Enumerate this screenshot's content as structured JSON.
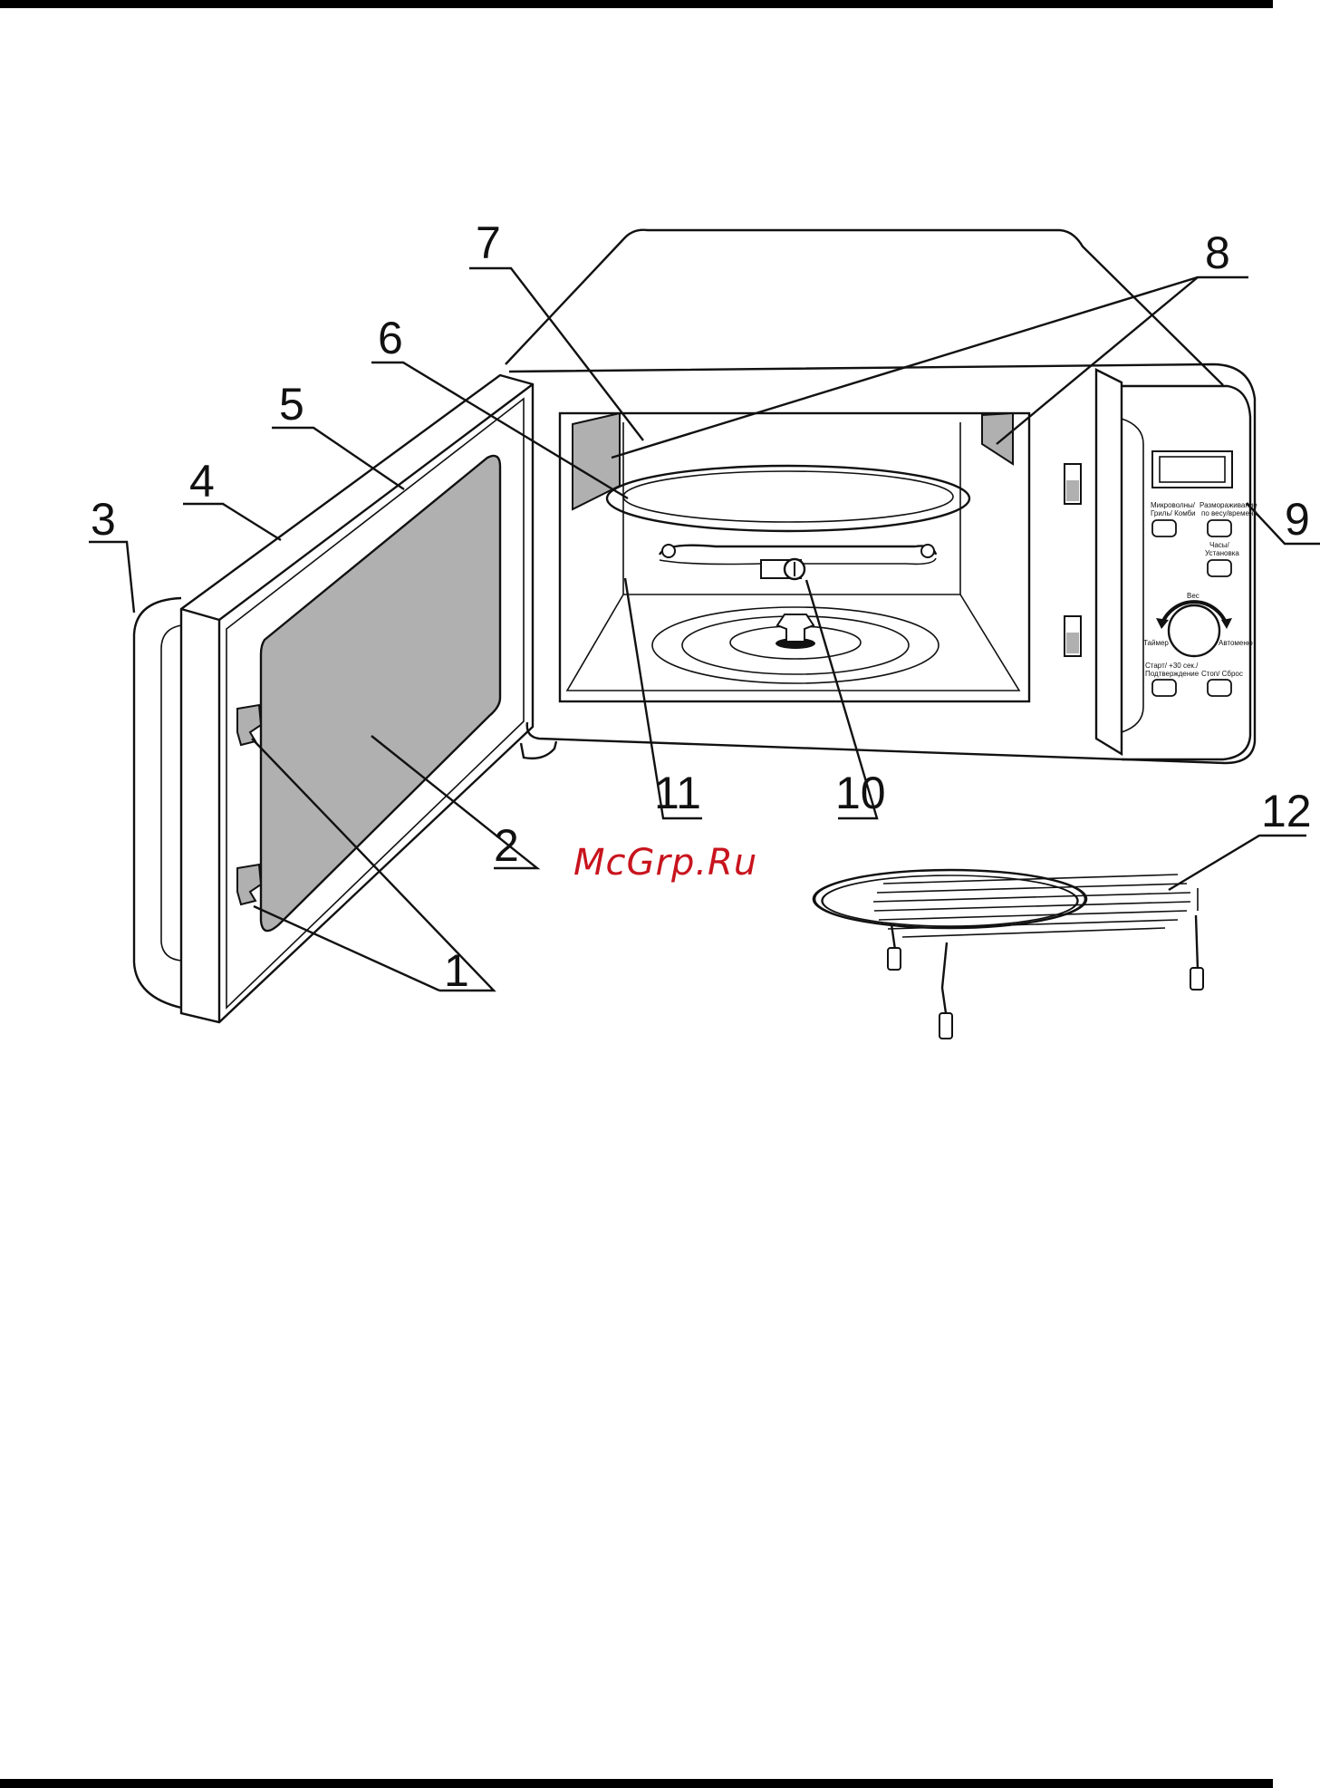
{
  "callouts": {
    "c1": "1",
    "c2": "2",
    "c3": "3",
    "c4": "4",
    "c5": "5",
    "c6": "6",
    "c7": "7",
    "c8": "8",
    "c9": "9",
    "c10": "10",
    "c11": "11",
    "c12": "12"
  },
  "control_panel": {
    "btn_micro_1": "Микроволны/",
    "btn_micro_2": "Гриль/ Комби",
    "btn_defrost_1": "Размораживание",
    "btn_defrost_2": "по весу/времени",
    "btn_clock_1": "Часы/",
    "btn_clock_2": "Установка",
    "dial_top": "Вес",
    "dial_left": "Таймер",
    "dial_right": "Автоменю",
    "btn_start_1": "Старт/ +30 сек./",
    "btn_start_2": "Подтверждение",
    "btn_stop": "Стоп/ Сброс"
  },
  "watermark": "McGrp.Ru",
  "colors": {
    "glass": "#b0b0b0",
    "ink": "#111111",
    "watermark": "#c8141e"
  }
}
